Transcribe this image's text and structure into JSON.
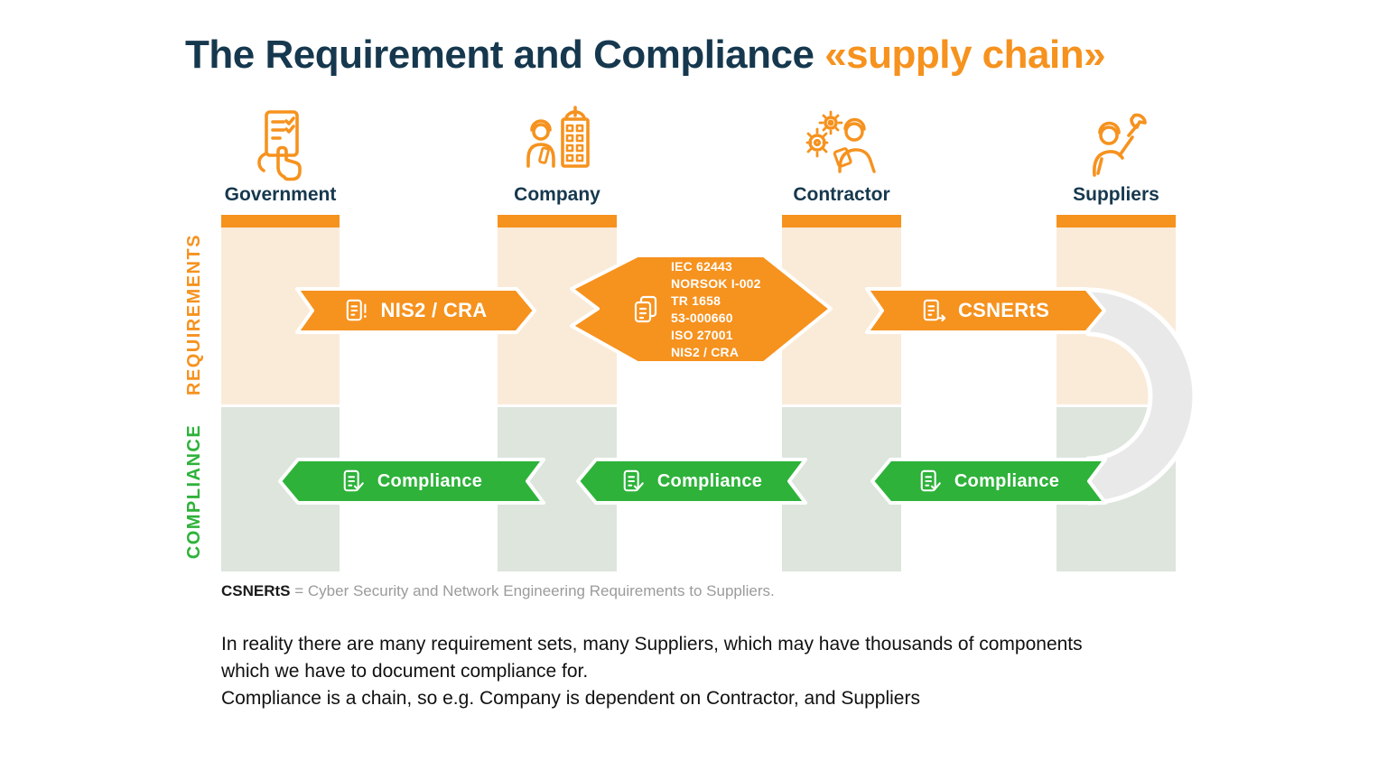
{
  "title": {
    "main": "The Requirement and Compliance ",
    "accent": "«supply chain»"
  },
  "columns": [
    {
      "label": "Government",
      "icon": "government-checklist-icon"
    },
    {
      "label": "Company",
      "icon": "company-worker-building-icon"
    },
    {
      "label": "Contractor",
      "icon": "contractor-gears-worker-icon"
    },
    {
      "label": "Suppliers",
      "icon": "supplier-worker-wrench-icon"
    }
  ],
  "row_labels": {
    "requirements": "REQUIREMENTS",
    "compliance": "COMPLIANCE"
  },
  "requirement_arrows": [
    {
      "label": "NIS2 / CRA",
      "icon": "document-alert-icon"
    },
    {
      "icon": "documents-stack-icon",
      "lines": [
        "IEC 62443",
        "NORSOK I-002",
        "TR 1658",
        "53-000660",
        "ISO 27001",
        "NIS2 / CRA"
      ]
    },
    {
      "label": "CSNERtS",
      "icon": "document-forward-icon"
    }
  ],
  "compliance_arrows": [
    {
      "label": "Compliance",
      "icon": "document-check-icon"
    },
    {
      "label": "Compliance",
      "icon": "document-check-icon"
    },
    {
      "label": "Compliance",
      "icon": "document-check-icon"
    }
  ],
  "footnote": {
    "term": "CSNERtS",
    "definition": " = Cyber Security and Network Engineering Requirements to Suppliers."
  },
  "body_lines": [
    "In reality there are many requirement sets, many Suppliers, which may have thousands of components",
    "which we have to document compliance for.",
    "Compliance is a chain, so e.g. Company is dependent on Contractor, and Suppliers"
  ],
  "colors": {
    "accent_orange": "#f6921e",
    "navy": "#16384e",
    "green": "#2eb23a",
    "requirements_zone": "#faebd9",
    "compliance_zone": "#dde5dd",
    "uturn_gray": "#e9e9e9",
    "footnote_gray": "#9b9b9a"
  }
}
